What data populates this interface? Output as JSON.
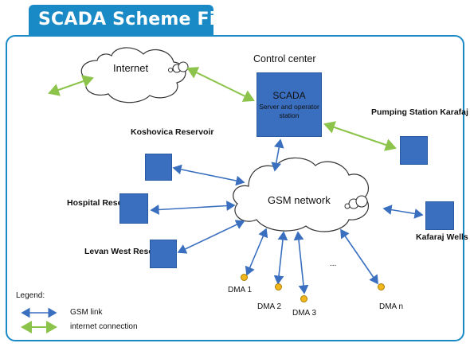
{
  "header": {
    "title": "SCADA Scheme Fier"
  },
  "nodes": {
    "internet": "Internet",
    "control_center": "Control center",
    "scada_title": "SCADA",
    "scada_sub": "Server and operator station",
    "gsm": "GSM network",
    "koshovica": "Koshovica Reservoir",
    "hospital": "Hospital Reservoir",
    "levan": "Levan West Reservoirs",
    "pumping": "Pumping Station Karafaj",
    "kafaraj": "Kafaraj Wells",
    "ellipsis": "..."
  },
  "dmas": [
    "DMA 1",
    "DMA 2",
    "DMA 3",
    "DMA n"
  ],
  "legend": {
    "title": "Legend:",
    "gsm_link": "GSM  link",
    "internet_connection": "internet connection"
  },
  "colors": {
    "accent": "#1a8ac6",
    "gsm_link": "#3a6fbf",
    "internet_link": "#8cc34a",
    "dma": "#f1b71f"
  }
}
